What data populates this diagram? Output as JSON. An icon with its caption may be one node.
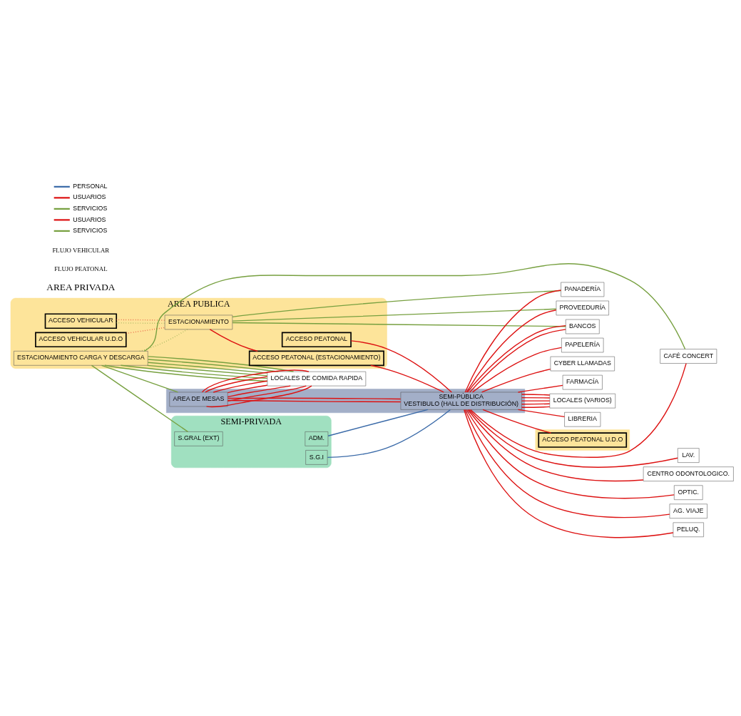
{
  "diagram": {
    "nodes": [
      {
        "text": [
          "AREA PUBLICA"
        ]
      },
      {
        "text": [
          "ACCESO VEHICULAR"
        ],
        "in": 0
      },
      {
        "text": [
          "ESTACIONAMIENTO CARGA Y DESCARGA"
        ],
        "in": 0
      },
      {
        "text": [
          "ACCESO PEATONAL"
        ],
        "in": 0
      },
      {
        "text": [
          "ACCESO VEHICULAR U.D.O"
        ],
        "in": 0
      },
      {
        "text": [
          "ESTACIONAMIENTO"
        ],
        "in": 0
      },
      {
        "text": [
          "ACCESO PEATONAL (ESTACIONAMIENTO)"
        ],
        "in": 0
      },
      {
        "text": [
          "SEMI-PRIVADA"
        ]
      },
      {
        "text": [
          "S.GRAL (EXT)"
        ],
        "in": 7
      },
      {
        "text": [
          "ADM."
        ],
        "in": 7
      },
      {
        "text": [
          "S.G.I"
        ],
        "in": 7
      },
      {
        "text": [],
        "shape": "box"
      },
      {
        "text": [
          "AREA DE MESAS"
        ],
        "in": 11
      },
      {
        "text": [
          "SEMI-PÚBLICA",
          "VESTIBULO (HALL DE DISTRIBUCIÓN)"
        ],
        "in": 11
      },
      {
        "text": [
          "LOCALES DE COMIDA RAPIDA"
        ]
      },
      {
        "text": [
          "CAFÉ CONCERT"
        ]
      },
      {
        "text": [
          "PANADERÍA"
        ]
      },
      {
        "text": [
          "FARMACÍA"
        ]
      },
      {
        "text": [
          "BANCOS"
        ]
      },
      {
        "text": [
          "PROVEEDURÍA"
        ]
      },
      {
        "text": [
          "LOCALES (VARIOS)"
        ]
      },
      {
        "text": [
          "LIBRERIA"
        ]
      },
      {
        "text": [
          "PAPELERÍA"
        ]
      },
      {
        "text": [
          "CYBER LLAMADAS"
        ]
      },
      {
        "text": [],
        "shape": "box"
      },
      {
        "text": [
          "ACCESO PEATONAL U.D.O"
        ],
        "in": 24
      },
      {
        "text": [
          "PELUQ."
        ]
      },
      {
        "text": [
          "LAV."
        ]
      },
      {
        "text": [
          "CENTRO ODONTOLOGICO."
        ]
      },
      {
        "text": [
          "OPTIC."
        ]
      },
      {
        "text": [
          "AG. VIAJE"
        ]
      }
    ],
    "edges": [
      {
        "from": 1,
        "to": 5,
        "arrow": "none",
        "style": "dashed",
        "color": "#77a040"
      },
      {
        "from": 1,
        "to": 5,
        "arrow": "none",
        "style": "dashed"
      },
      {
        "from": 2,
        "to": 5,
        "arrow": "none",
        "style": "dashed",
        "color": "#77a040"
      },
      {
        "from": 4,
        "to": 5,
        "arrow": "none",
        "style": "dashed"
      },
      {
        "from": 2,
        "to": 8,
        "arrow": "none",
        "color": "#77a040"
      },
      {
        "from": 2,
        "to": 12,
        "arrow": "none",
        "color": "#77a040"
      },
      {
        "from": 2,
        "to": 14,
        "arrow": "none",
        "color": "#77a040"
      },
      {
        "from": 2,
        "to": 14,
        "arrow": "none",
        "color": "#77a040"
      },
      {
        "from": 2,
        "to": 14,
        "arrow": "none",
        "color": "#77a040"
      },
      {
        "from": 2,
        "to": 14,
        "arrow": "none",
        "color": "#77a040"
      },
      {
        "from": 2,
        "to": 14,
        "arrow": "none",
        "color": "#77a040"
      },
      {
        "from": 2,
        "to": 14,
        "arrow": "none",
        "color": "#77a040"
      },
      {
        "from": 2,
        "to": 15,
        "arrow": "none",
        "color": "#77a040"
      },
      {
        "from": 5,
        "to": 16,
        "arrow": "none",
        "color": "#77a040"
      },
      {
        "from": 5,
        "to": 18,
        "arrow": "none",
        "color": "#77a040"
      },
      {
        "from": 5,
        "to": 19,
        "arrow": "none",
        "color": "#77a040"
      },
      {
        "from": 9,
        "to": 13,
        "arrow": "none",
        "color": "#3a6aa8"
      },
      {
        "from": 10,
        "to": 13,
        "arrow": "none",
        "color": "#3a6aa8"
      },
      {
        "from": 3,
        "to": 13,
        "arrow": "none"
      },
      {
        "from": 5,
        "to": 6,
        "arrow": "none"
      },
      {
        "from": 6,
        "to": 13,
        "arrow": "none"
      },
      {
        "from": 13,
        "to": 12,
        "arrow": "none"
      },
      {
        "from": 12,
        "to": 13,
        "arrow": "none"
      },
      {
        "from": 12,
        "to": 14,
        "arrow": "none"
      },
      {
        "from": 12,
        "to": 14,
        "arrow": "none"
      },
      {
        "from": 12,
        "to": 14,
        "arrow": "none"
      },
      {
        "from": 12,
        "to": 14,
        "arrow": "none"
      },
      {
        "from": 12,
        "to": 14,
        "arrow": "none"
      },
      {
        "from": 12,
        "to": 14,
        "arrow": "none"
      },
      {
        "from": 12,
        "to": 14,
        "arrow": "none"
      },
      {
        "from": 18,
        "to": 13,
        "arrow": "none"
      },
      {
        "from": 13,
        "to": 16,
        "arrow": "none"
      },
      {
        "from": 13,
        "to": 17,
        "arrow": "none"
      },
      {
        "from": 13,
        "to": 18,
        "arrow": "none"
      },
      {
        "from": 13,
        "to": 19,
        "arrow": "none"
      },
      {
        "from": 13,
        "to": 20,
        "arrow": "none"
      },
      {
        "from": 13,
        "to": 20,
        "arrow": "none"
      },
      {
        "from": 13,
        "to": 21,
        "arrow": "none"
      },
      {
        "from": 13,
        "to": 22,
        "arrow": "none"
      },
      {
        "from": 13,
        "to": 23,
        "arrow": "none"
      },
      {
        "from": 13,
        "to": 20,
        "arrow": "none"
      },
      {
        "from": 13,
        "to": 20,
        "arrow": "none"
      },
      {
        "from": 13,
        "to": 20,
        "arrow": "none"
      },
      {
        "from": 13,
        "to": 25,
        "arrow": "none"
      },
      {
        "from": 13,
        "to": 15,
        "arrow": "none"
      },
      {
        "from": 13,
        "to": 26,
        "arrow": "none"
      },
      {
        "from": 13,
        "to": 27,
        "arrow": "none"
      },
      {
        "from": 13,
        "to": 29,
        "arrow": "none"
      },
      {
        "from": 13,
        "to": 28,
        "arrow": "none"
      },
      {
        "from": 13,
        "to": 30,
        "arrow": "none"
      }
    ],
    "labels": [
      "AREA PRIVADA",
      "FLUJO PEATONAL",
      "FLUJO VEHICULAR"
    ],
    "legend": [
      {
        "text": "PERSONAL"
      },
      {
        "text": "USUARIOS"
      },
      {
        "text": "SERVICIOS"
      },
      {
        "text": "USUARIOS"
      },
      {
        "text": "SERVICIOS"
      }
    ]
  }
}
